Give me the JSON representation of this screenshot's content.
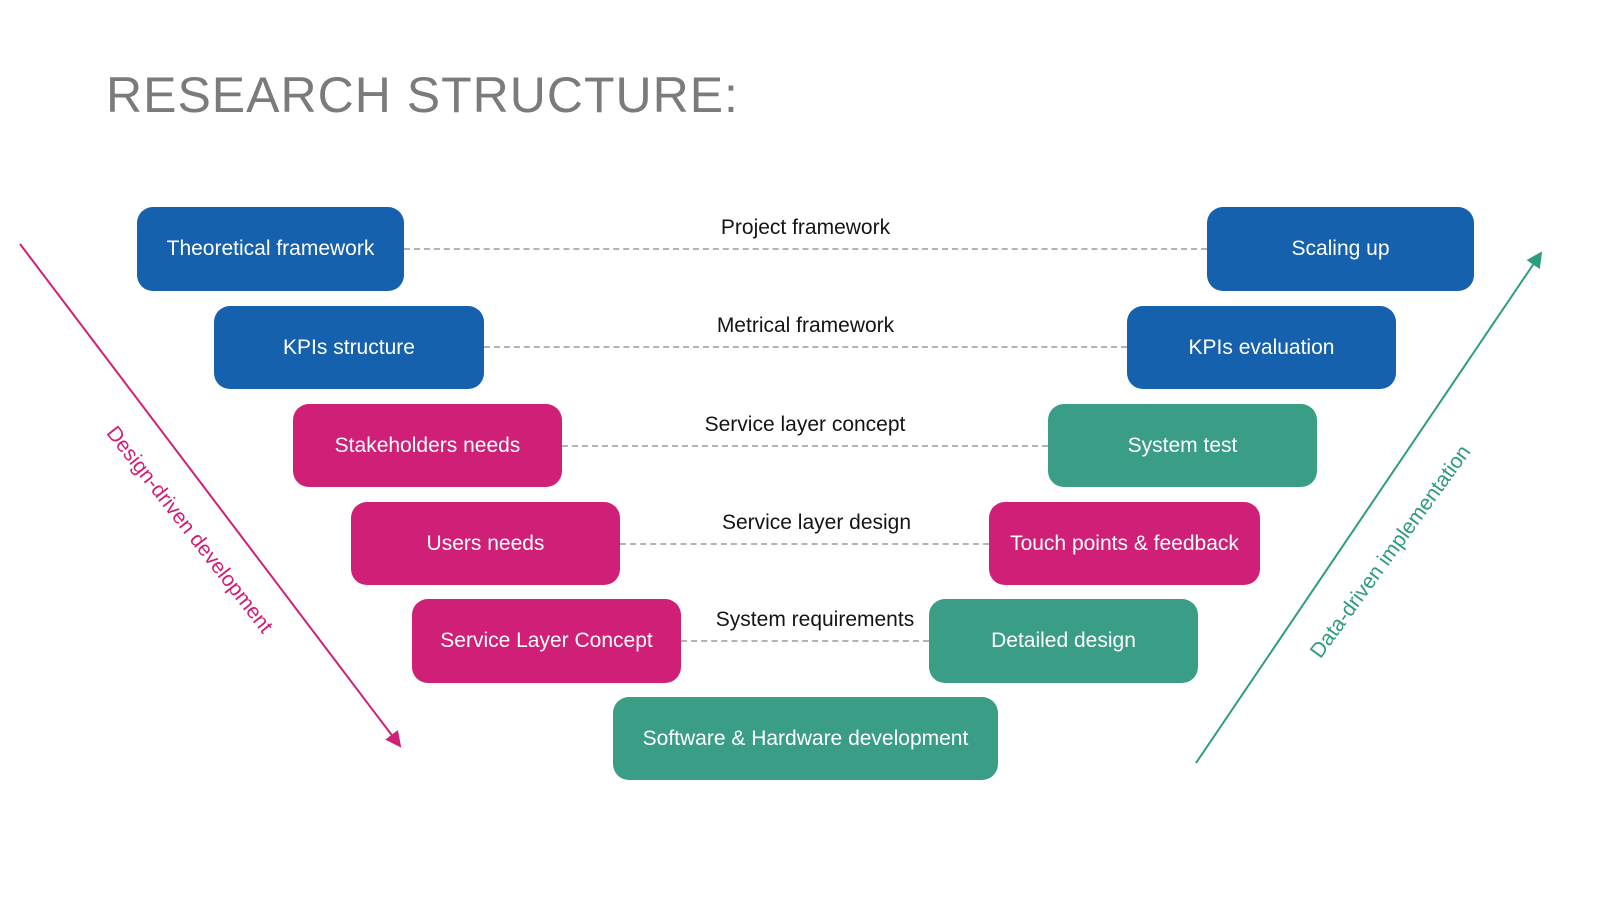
{
  "title": "RESEARCH STRUCTURE:",
  "colors": {
    "blue": "#1561AD",
    "pink": "#CF1F76",
    "teal": "#3A9E87",
    "arrow_pink": "#CF1F76",
    "arrow_teal": "#2E9B81",
    "title_gray": "#7B7B7B",
    "connector_text": "#141414",
    "dash_gray": "#B3B3B3"
  },
  "rows": [
    {
      "left": "Theoretical framework",
      "connector": "Project framework",
      "right": "Scaling up"
    },
    {
      "left": "KPIs structure",
      "connector": "Metrical framework",
      "right": "KPIs evaluation"
    },
    {
      "left": "Stakeholders needs",
      "connector": "Service layer concept",
      "right": "System test"
    },
    {
      "left": "Users needs",
      "connector": "Service layer design",
      "right": "Touch points & feedback"
    },
    {
      "left": "Service Layer Concept",
      "connector": "System requirements",
      "right": "Detailed design"
    }
  ],
  "bottom_box": {
    "label": "Software & Hardware development"
  },
  "left_arrow": {
    "label": "Design-driven development"
  },
  "right_arrow": {
    "label": "Data-driven implementation"
  }
}
